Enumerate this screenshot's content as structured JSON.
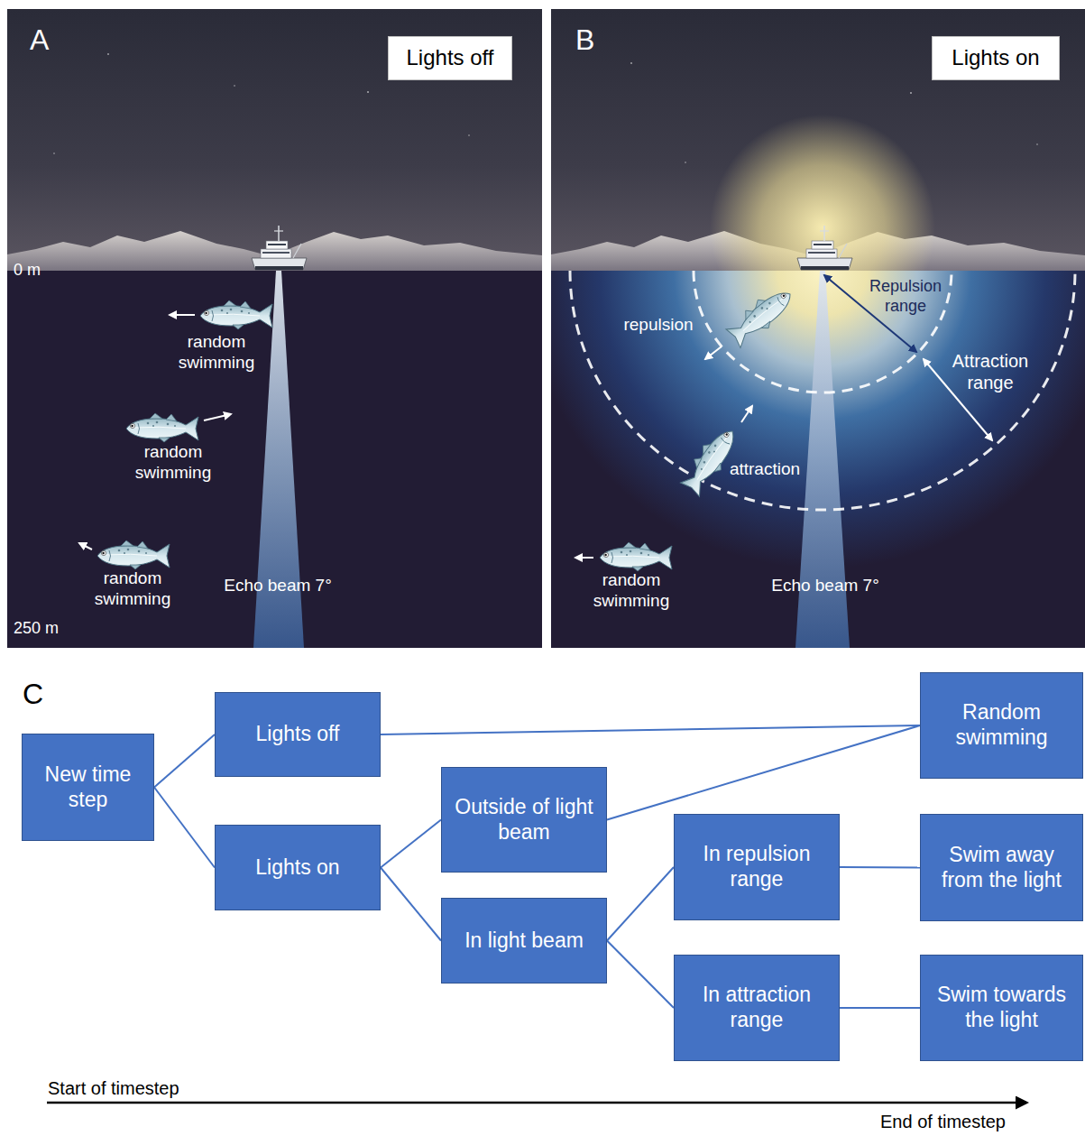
{
  "diagram": {
    "nodes": [
      {
        "text": [
          "Lights off"
        ]
      },
      {
        "text": [
          "Lights on"
        ]
      },
      {
        "text": [
          "New time step"
        ]
      },
      {
        "text": [
          "Lights off"
        ]
      },
      {
        "text": [
          "Lights on"
        ]
      },
      {
        "text": [
          "Outside of light beam"
        ]
      },
      {
        "text": [
          "In light beam"
        ]
      },
      {
        "text": [
          "In repulsion range"
        ]
      },
      {
        "text": [
          "In attraction range"
        ]
      },
      {
        "text": [
          "Random swimming"
        ]
      },
      {
        "text": [
          "Swim away from the light"
        ]
      },
      {
        "text": [
          "Swim towards the light"
        ]
      }
    ],
    "edges": [
      {
        "from": 2,
        "to": 3,
        "arrow": "none"
      },
      {
        "from": 2,
        "to": 4,
        "arrow": "none"
      },
      {
        "from": 3,
        "to": 9,
        "arrow": "none"
      },
      {
        "from": 4,
        "to": 5,
        "arrow": "none"
      },
      {
        "from": 4,
        "to": 6,
        "arrow": "none"
      },
      {
        "from": 5,
        "to": 9,
        "arrow": "none"
      },
      {
        "from": 6,
        "to": 7,
        "arrow": "none"
      },
      {
        "from": 6,
        "to": 8,
        "arrow": "none"
      },
      {
        "from": 7,
        "to": 10,
        "arrow": "none"
      },
      {
        "from": 8,
        "to": 11,
        "arrow": "none"
      }
    ],
    "labels": [
      "A",
      "0 m",
      "random swimming",
      "random swimming",
      "random swimming",
      "Echo beam 7°",
      "250 m",
      "B",
      "Repulsion range",
      "Attraction range",
      "repulsion",
      "attraction",
      "random swimming",
      "Echo beam 7°",
      "C",
      "Start of timestep",
      "End of timestep"
    ]
  }
}
